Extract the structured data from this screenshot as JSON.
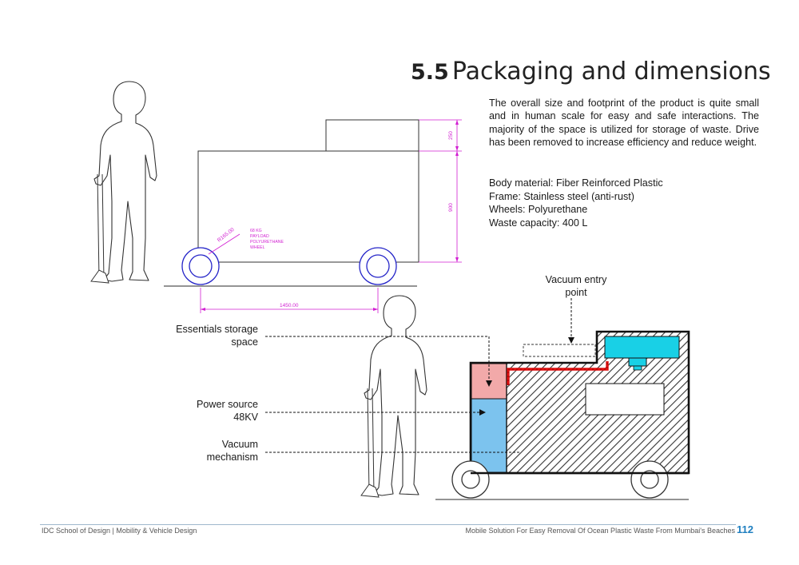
{
  "header": {
    "section_number": "5.5",
    "section_title": "Packaging and dimensions"
  },
  "description": "The overall size and footprint of the product is quite small and in human scale for easy and safe interactions. The majority of the space is utilized for storage of waste. Drive has been removed to increase efficiency and reduce weight.",
  "specs": [
    "Body material: Fiber Reinforced Plastic",
    "Frame: Stainless steel (anti-rust)",
    "Wheels: Polyurethane",
    "Waste capacity: 400 L"
  ],
  "dimension_drawing": {
    "height_top": "250",
    "height_body": "900",
    "length": "1450.00",
    "wheel_radius": "R165.00",
    "wheel_note": [
      "68 KG",
      "PAYLOAD",
      "POLYURETHANE",
      "WHEEL"
    ],
    "colors": {
      "dimension": "#d21fd2",
      "wheel": "#2424c8"
    }
  },
  "section_drawing": {
    "vacuum_entry_label": [
      "Vacuum entry",
      "point"
    ],
    "essentials_label": [
      "Essentials storage",
      "space"
    ],
    "power_label": [
      "Power source",
      "48KV"
    ],
    "vacuum_mech_label": [
      "Vacuum",
      "mechanism"
    ],
    "colors": {
      "essentials": "#f2a9a9",
      "power": "#7cc3ee",
      "vacuum_tank": "#19d0e6",
      "hose": "#e01010"
    }
  },
  "footer": {
    "left": "IDC School of Design | Mobility & Vehicle Design",
    "right": "Mobile Solution For Easy Removal Of Ocean Plastic Waste From Mumbai's Beaches",
    "page": "112"
  }
}
